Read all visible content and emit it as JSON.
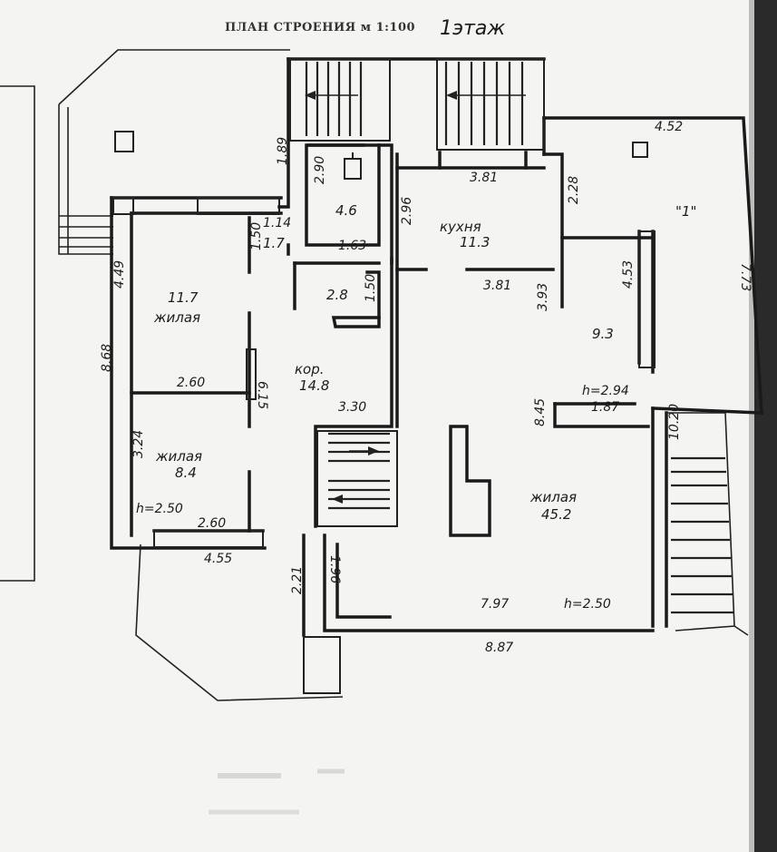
{
  "header": {
    "printed_title": "ПЛАН СТРОЕНИЯ м 1:100",
    "handwritten_floor": "1этаж"
  },
  "rooms": {
    "room_46": "4.6",
    "kitchen_name": "кухня",
    "kitchen_area": "11.3",
    "room_17": "1.7",
    "room_28": "2.8",
    "living_left_top_area": "11.7",
    "living_left_top_name": "жилая",
    "corridor_name": "кор.",
    "corridor_area": "14.8",
    "room_93": "9.3",
    "room_1": "\"1\"",
    "living_left_bottom_name": "жилая",
    "living_left_bottom_area": "8.4",
    "living_big_name": "жилая",
    "living_big_area": "45.2"
  },
  "dimensions": {
    "d_189": "1.89",
    "d_290": "2.90",
    "d_114": "1.14",
    "d_150a": "1.50",
    "d_163": "1.63",
    "d_296": "2.96",
    "d_381a": "3.81",
    "d_381b": "3.81",
    "d_228": "2.28",
    "d_452": "4.52",
    "d_773": "7.73",
    "d_453": "4.53",
    "d_393": "3.93",
    "d_150b": "1.50",
    "d_449": "4.49",
    "d_868": "8.68",
    "d_260a": "2.60",
    "d_615": "6.15",
    "d_330": "3.30",
    "d_324": "3.24",
    "d_h250a": "h=2.50",
    "d_260b": "2.60",
    "d_455": "4.55",
    "d_221": "2.21",
    "d_196": "1.96",
    "d_845": "8.45",
    "d_h294": "h=2.94",
    "d_187": "1.87",
    "d_1020": "10.20",
    "d_797": "7.97",
    "d_h250b": "h=2.50",
    "d_887": "8.87"
  },
  "colors": {
    "paper": "#f4f4f2",
    "ink": "#1a1a1a"
  }
}
